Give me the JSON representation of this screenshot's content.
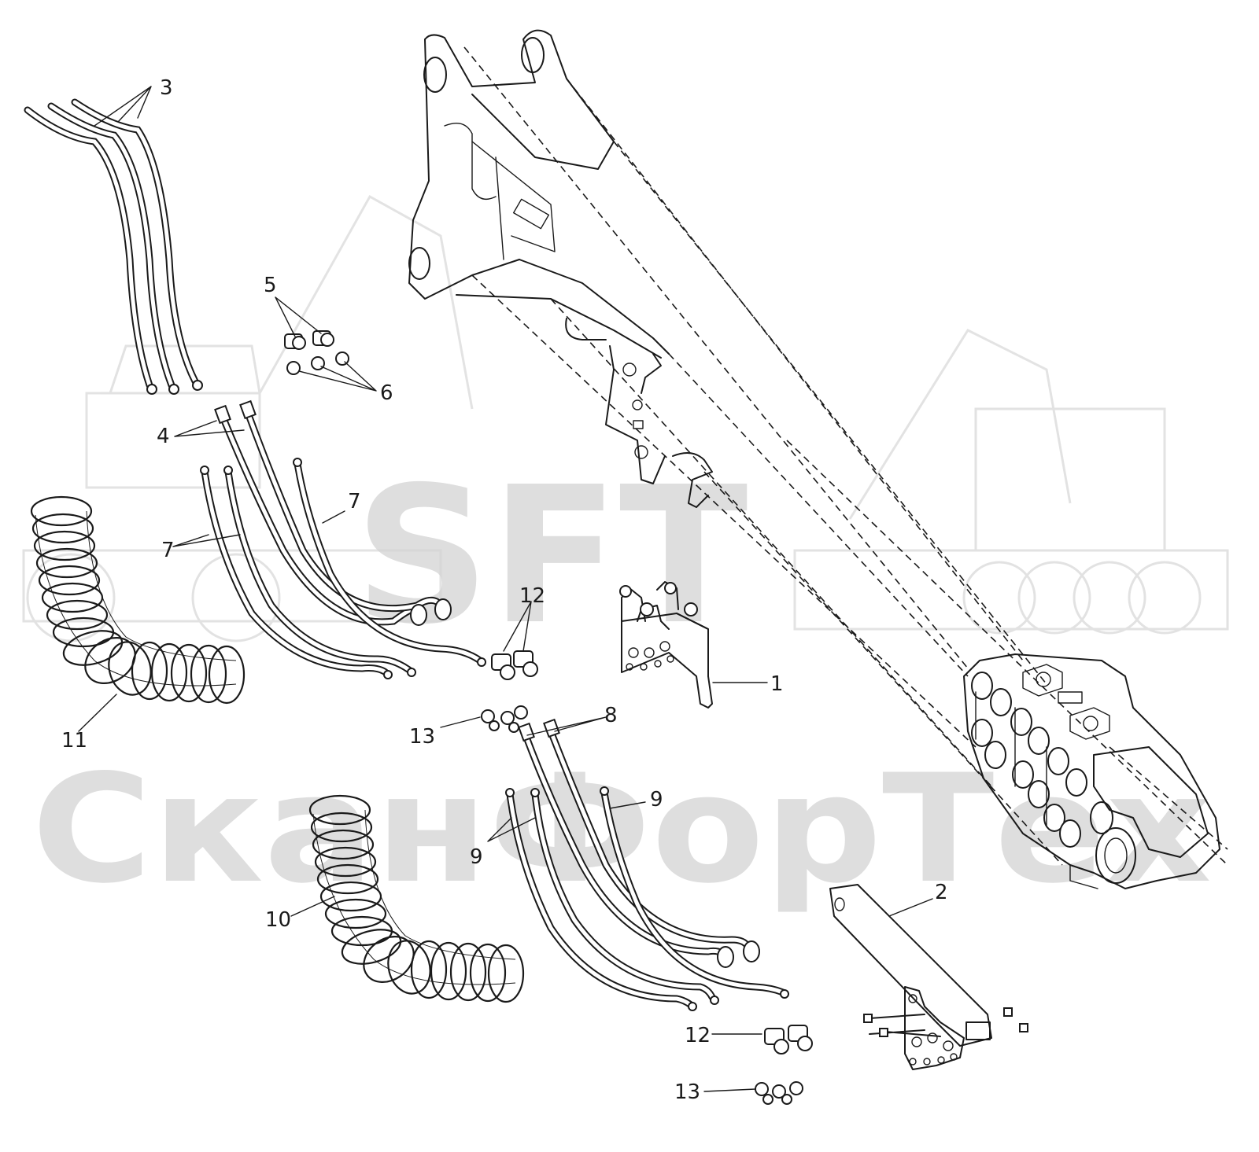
{
  "diagram": {
    "watermark": {
      "brand": "SFT",
      "company": "СканФорТех"
    },
    "callouts": [
      {
        "id": "1",
        "text": "1"
      },
      {
        "id": "2",
        "text": "2"
      },
      {
        "id": "3",
        "text": "3"
      },
      {
        "id": "4",
        "text": "4"
      },
      {
        "id": "5",
        "text": "5"
      },
      {
        "id": "6",
        "text": "6"
      },
      {
        "id": "7a",
        "text": "7"
      },
      {
        "id": "7b",
        "text": "7"
      },
      {
        "id": "8",
        "text": "8"
      },
      {
        "id": "9a",
        "text": "9"
      },
      {
        "id": "9b",
        "text": "9"
      },
      {
        "id": "10",
        "text": "10"
      },
      {
        "id": "11",
        "text": "11"
      },
      {
        "id": "12a",
        "text": "12"
      },
      {
        "id": "12b",
        "text": "12"
      },
      {
        "id": "13a",
        "text": "13"
      },
      {
        "id": "13b",
        "text": "13"
      }
    ]
  }
}
